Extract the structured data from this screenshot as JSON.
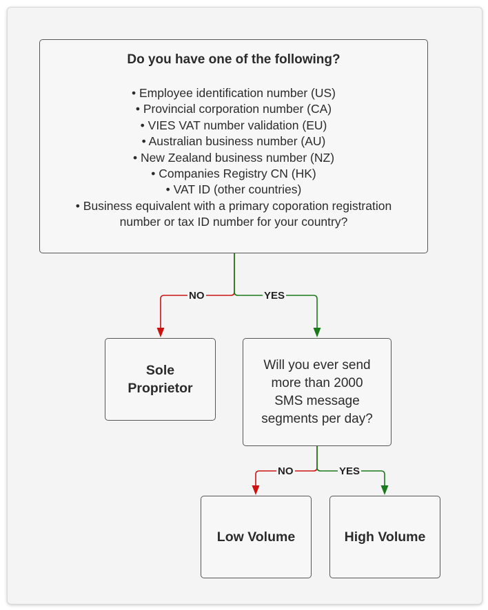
{
  "question": {
    "title": "Do you have one of the following?",
    "items": [
      "Employee identification number (US)",
      "Provincial corporation number (CA)",
      "VIES VAT number validation (EU)",
      "Australian business number (AU)",
      "New Zealand business number (NZ)",
      "Companies Registry CN (HK)",
      "VAT ID (other countries)",
      "Business equivalent with a primary coporation registration",
      "number or tax ID number for your country?"
    ]
  },
  "edges": {
    "q1_no": "NO",
    "q1_yes": "YES",
    "q2_no": "NO",
    "q2_yes": "YES"
  },
  "nodes": {
    "sole_proprietor": "Sole Proprietor",
    "volume_question": "Will you ever send more than 2000 SMS message segments per day?",
    "low_volume": "Low Volume",
    "high_volume": "High Volume"
  },
  "colors": {
    "no_arrow": "#cc1111",
    "yes_arrow": "#1a7a1a"
  }
}
